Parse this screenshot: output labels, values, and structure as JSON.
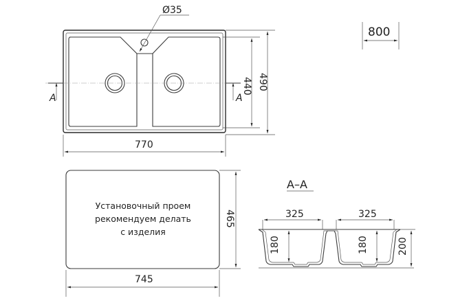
{
  "drawing": {
    "title": "Double-bowl sink dimension drawing",
    "top_view": {
      "hole_diameter": "Ø35",
      "width": "770",
      "inner_height": "440",
      "outer_height": "490",
      "section_marker_left": "A",
      "section_marker_right": "A"
    },
    "cabinet": {
      "width": "800"
    },
    "cutout": {
      "note_line1": "Установочный проем",
      "note_line2": "рекомендуем делать",
      "note_line3": "с изделия",
      "width": "745",
      "height": "465"
    },
    "section": {
      "title": "A–A",
      "left_bowl_width": "325",
      "right_bowl_width": "325",
      "left_bowl_depth": "180",
      "right_bowl_depth": "180",
      "total_depth": "200"
    },
    "colors": {
      "line": "#3a3a3a",
      "background": "#ffffff"
    }
  }
}
